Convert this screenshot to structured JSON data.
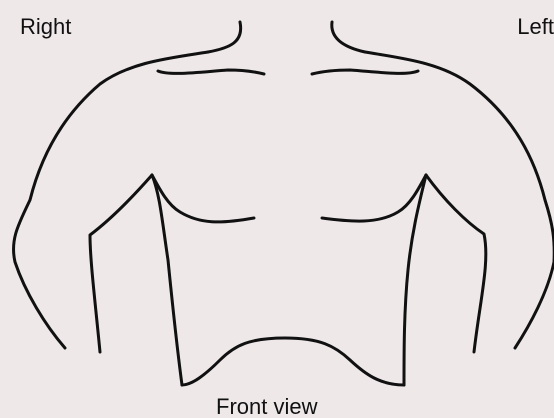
{
  "labels": {
    "side_right": "Right",
    "side_left": "Left",
    "view_caption": "Front view"
  },
  "colors": {
    "background": "#eee8e9",
    "line": "#111111"
  }
}
